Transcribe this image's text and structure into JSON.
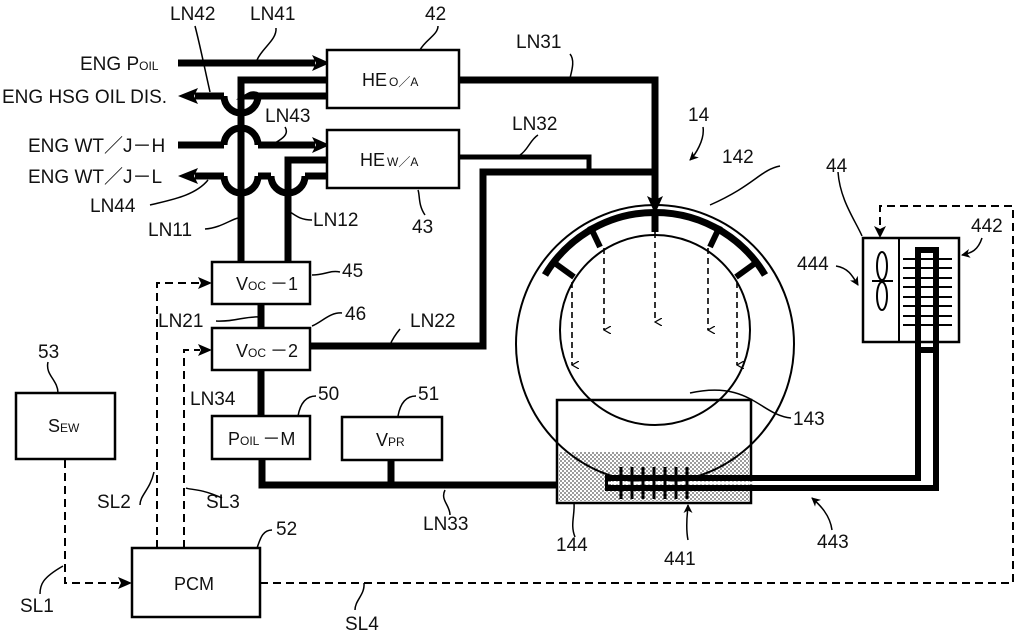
{
  "figure": {
    "type": "schematic",
    "description": "Oil cooling circuit for rotating electric machine"
  },
  "inputs": {
    "eng_poil": {
      "main": "ENG P",
      "sub": "OIL"
    },
    "eng_hsg_oil_dis": "ENG HSG OIL DIS.",
    "eng_wt_j_h": "ENG WT／J－H",
    "eng_wt_j_l": "ENG WT／J－L"
  },
  "boxes": {
    "he_oa": {
      "main": "HE",
      "sub": "O／A",
      "ref": "42"
    },
    "he_wa": {
      "main": "HE",
      "sub": "W／A",
      "ref": "43"
    },
    "voc1": {
      "main": "V",
      "sub": "OC",
      "suffix": "－1",
      "ref": "45"
    },
    "voc2": {
      "main": "V",
      "sub": "OC",
      "suffix": "－2",
      "ref": "46"
    },
    "poil_m": {
      "main": "P",
      "sub": "OIL",
      "suffix": "－M",
      "ref": "50"
    },
    "vpr": {
      "main": "V",
      "sub": "PR",
      "ref": "51"
    },
    "pcm": {
      "main": "PCM",
      "ref": "52"
    },
    "sew": {
      "main": "S",
      "sub": "EW",
      "ref": "53"
    }
  },
  "lines": {
    "ln11": "LN11",
    "ln12": "LN12",
    "ln21": "LN21",
    "ln22": "LN22",
    "ln31": "LN31",
    "ln32": "LN32",
    "ln33": "LN33",
    "ln34": "LN34",
    "ln41": "LN41",
    "ln42": "LN42",
    "ln43": "LN43",
    "ln44": "LN44"
  },
  "signals": {
    "sl1": "SL1",
    "sl2": "SL2",
    "sl3": "SL3",
    "sl4": "SL4"
  },
  "refs": {
    "machine": "14",
    "stator": "142",
    "rotor": "143",
    "oil_pan": "144",
    "cooler": "44",
    "immersed_hx": "441",
    "radiator": "442",
    "cooler_pipe": "443",
    "fan": "444"
  }
}
